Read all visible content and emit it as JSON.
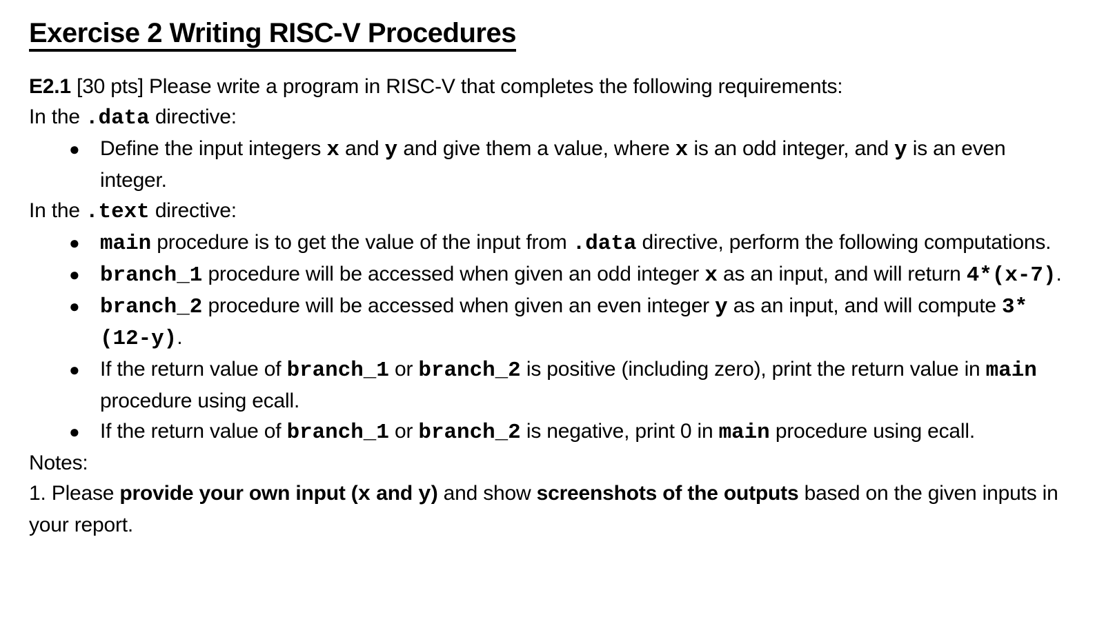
{
  "title": "Exercise 2 Writing RISC-V Procedures",
  "bullet_glyph": "●",
  "colors": {
    "text": "#000000",
    "background": "#ffffff",
    "title_underline": "#000000"
  },
  "paragraphs": {
    "e21": [
      {
        "t": "E2.1",
        "s": "bold"
      },
      {
        "t": " [30 pts] Please write a program in RISC-V that completes the following requirements:",
        "s": "plain"
      }
    ],
    "data_directive": [
      {
        "t": "In the ",
        "s": "plain"
      },
      {
        "t": ".data",
        "s": "code"
      },
      {
        "t": " directive:",
        "s": "plain"
      }
    ],
    "text_directive": [
      {
        "t": "In the ",
        "s": "plain"
      },
      {
        "t": ".text",
        "s": "code"
      },
      {
        "t": " directive:",
        "s": "plain"
      }
    ],
    "notes_label": [
      {
        "t": "Notes:",
        "s": "plain"
      }
    ],
    "note1": [
      {
        "t": "1. Please ",
        "s": "plain"
      },
      {
        "t": "provide your own input (",
        "s": "bold"
      },
      {
        "t": "x",
        "s": "code"
      },
      {
        "t": " and ",
        "s": "bold"
      },
      {
        "t": "y",
        "s": "code"
      },
      {
        "t": ")",
        "s": "bold"
      },
      {
        "t": " and show ",
        "s": "plain"
      },
      {
        "t": "screenshots of the outputs",
        "s": "bold"
      },
      {
        "t": " based on the given inputs in your report.",
        "s": "plain"
      }
    ]
  },
  "bullets": {
    "define_xy": [
      {
        "t": "Define the input integers ",
        "s": "plain"
      },
      {
        "t": "x",
        "s": "code"
      },
      {
        "t": " and ",
        "s": "plain"
      },
      {
        "t": "y",
        "s": "code"
      },
      {
        "t": " and give them a value, where ",
        "s": "plain"
      },
      {
        "t": "x",
        "s": "code"
      },
      {
        "t": " is an odd integer, and ",
        "s": "plain"
      },
      {
        "t": "y",
        "s": "code"
      },
      {
        "t": " is an even integer.",
        "s": "plain"
      }
    ],
    "main_proc": [
      {
        "t": "main",
        "s": "code"
      },
      {
        "t": " procedure is to get the value of the input from ",
        "s": "plain"
      },
      {
        "t": ".data",
        "s": "code"
      },
      {
        "t": " directive, perform the following computations.",
        "s": "plain"
      }
    ],
    "branch_1": [
      {
        "t": "branch_1",
        "s": "code"
      },
      {
        "t": " procedure will be accessed when given an odd integer ",
        "s": "plain"
      },
      {
        "t": "x",
        "s": "code"
      },
      {
        "t": " as an input, and will return ",
        "s": "plain"
      },
      {
        "t": "4*(x-7)",
        "s": "code"
      },
      {
        "t": ".",
        "s": "plain"
      }
    ],
    "branch_2": [
      {
        "t": "branch_2",
        "s": "code"
      },
      {
        "t": " procedure will be accessed when given an even integer ",
        "s": "plain"
      },
      {
        "t": "y",
        "s": "code"
      },
      {
        "t": " as an input, and will compute ",
        "s": "plain"
      },
      {
        "t": "3*(12-y)",
        "s": "code"
      },
      {
        "t": ".",
        "s": "plain"
      }
    ],
    "positive_case": [
      {
        "t": "If the return value of ",
        "s": "plain"
      },
      {
        "t": "branch_1",
        "s": "code"
      },
      {
        "t": " or ",
        "s": "plain"
      },
      {
        "t": "branch_2",
        "s": "code"
      },
      {
        "t": " is positive (including zero), print the return value in ",
        "s": "plain"
      },
      {
        "t": "main",
        "s": "code"
      },
      {
        "t": " procedure using ecall.",
        "s": "plain"
      }
    ],
    "negative_case": [
      {
        "t": "If the return value of ",
        "s": "plain"
      },
      {
        "t": "branch_1",
        "s": "code"
      },
      {
        "t": " or ",
        "s": "plain"
      },
      {
        "t": "branch_2",
        "s": "code"
      },
      {
        "t": " is negative, print 0 in ",
        "s": "plain"
      },
      {
        "t": "main",
        "s": "code"
      },
      {
        "t": " procedure using ecall.",
        "s": "plain"
      }
    ]
  }
}
